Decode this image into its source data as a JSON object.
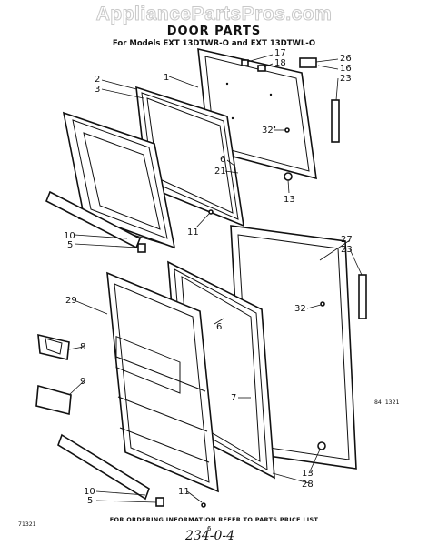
{
  "watermark": "AppliancePartsPros.com",
  "title": "DOOR PARTS",
  "subtitle": "For Models EXT 13DTWR-O and EXT 13DTWL-O",
  "footer": "FOR ORDERING INFORMATION REFER TO PARTS PRICE LIST",
  "page_number": "6",
  "figure_code": "71321",
  "figure_ref": "84 1321",
  "handwritten_note": "234-0-4",
  "callouts": {
    "c1": "1",
    "c2": "2",
    "c3": "3",
    "c17": "17",
    "c18": "18",
    "c26": "26",
    "c16": "16",
    "c23a": "23",
    "c32a": "32",
    "c6a": "6",
    "c21": "21",
    "c13a": "13",
    "c11a": "11",
    "c10a": "10",
    "c5a": "5",
    "c27": "27",
    "c23b": "23",
    "c32b": "32",
    "c29": "29",
    "c6b": "6",
    "c8": "8",
    "c9": "9",
    "c7": "7",
    "c13b": "13",
    "c28": "28",
    "c11b": "11",
    "c10b": "10",
    "c5b": "5"
  }
}
